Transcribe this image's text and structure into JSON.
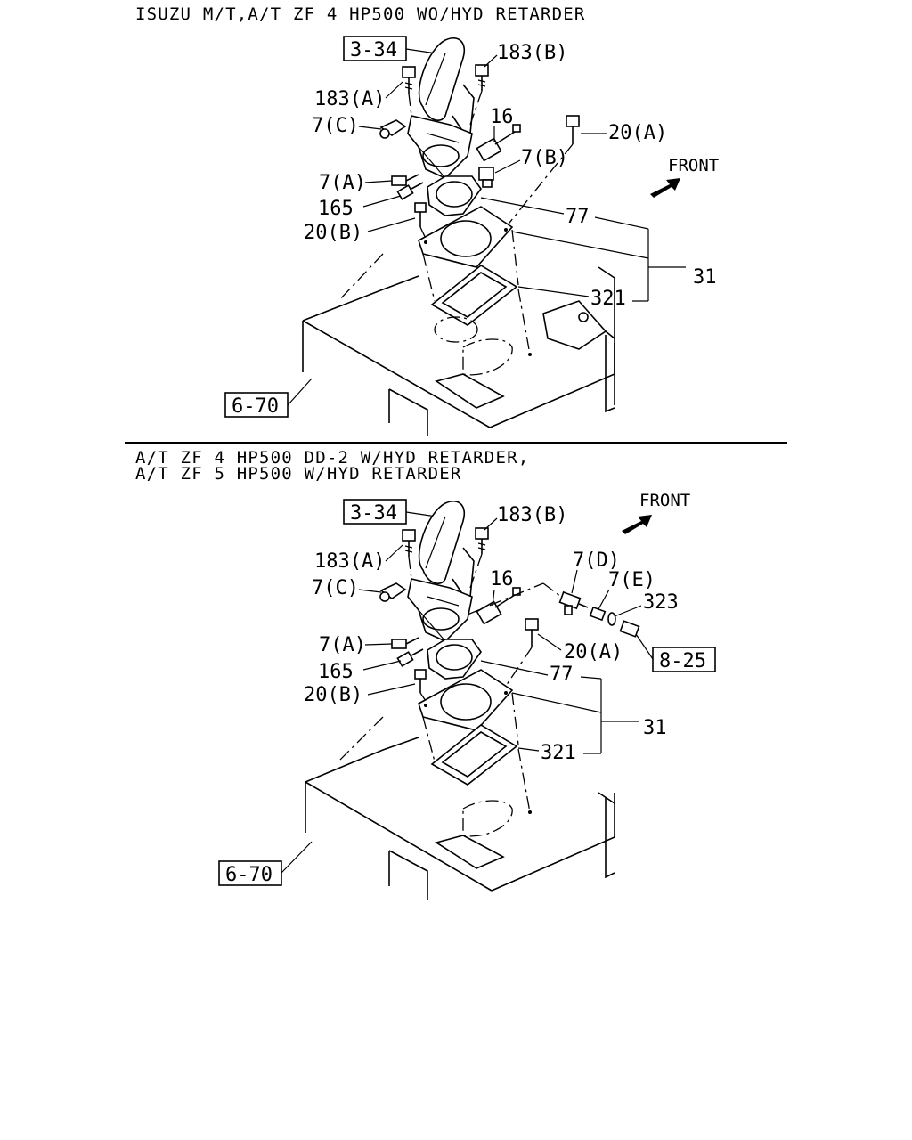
{
  "top": {
    "header": "ISUZU M/T,A/T ZF 4 HP500 WO/HYD RETARDER",
    "front": "FRONT",
    "ref_shifter": "3-34",
    "ref_body": "6-70",
    "labels": {
      "p183b": "183(B)",
      "p183a": "183(A)",
      "p7c": "7(C)",
      "p16": "16",
      "p20a": "20(A)",
      "p7b": "7(B)",
      "p7a": "7(A)",
      "p165": "165",
      "p20b": "20(B)",
      "p77": "77",
      "p31": "31",
      "p321": "321"
    }
  },
  "bottom": {
    "header_line1": "A/T ZF 4 HP500 DD-2 W/HYD RETARDER,",
    "header_line2": "A/T ZF 5 HP500 W/HYD RETARDER",
    "front": "FRONT",
    "ref_shifter": "3-34",
    "ref_body": "6-70",
    "ref_switch": "8-25",
    "labels": {
      "p183b": "183(B)",
      "p183a": "183(A)",
      "p7c": "7(C)",
      "p16": "16",
      "p7d": "7(D)",
      "p7e": "7(E)",
      "p323": "323",
      "p7a": "7(A)",
      "p20a": "20(A)",
      "p165": "165",
      "p20b": "20(B)",
      "p77": "77",
      "p31": "31",
      "p321": "321"
    }
  }
}
